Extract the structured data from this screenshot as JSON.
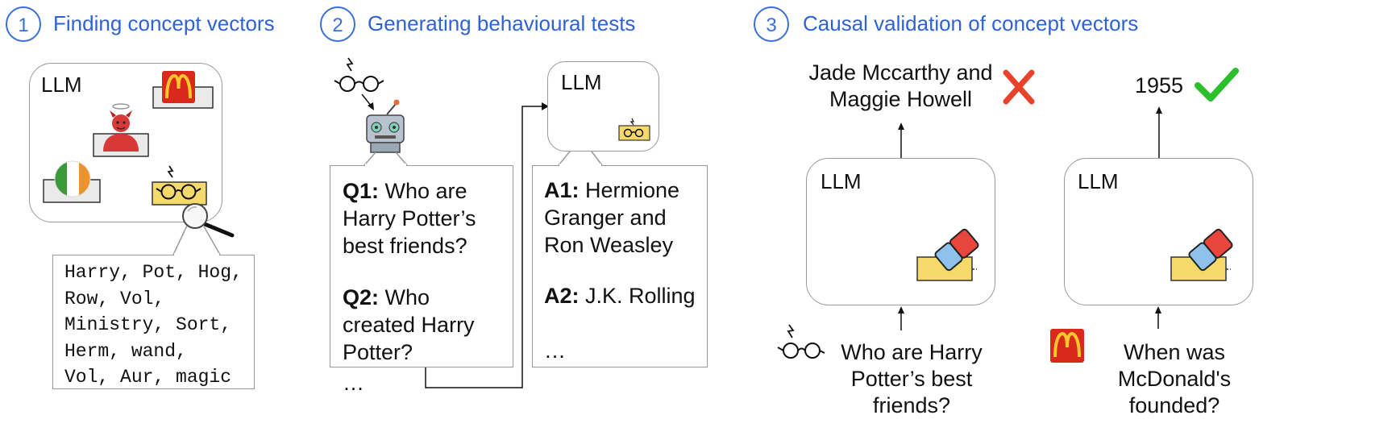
{
  "sections": [
    {
      "number": "1",
      "title": "Finding concept vectors"
    },
    {
      "number": "2",
      "title": "Generating behavioural tests"
    },
    {
      "number": "3",
      "title": "Causal validation of concept vectors"
    }
  ],
  "panel1": {
    "llm_label": "LLM",
    "tokens": [
      "Harry, Pot, Hog,",
      "Row, Vol,",
      "Ministry, Sort,",
      "Herm, wand,",
      "Vol, Aur, magic"
    ]
  },
  "panel2": {
    "llm_label": "LLM",
    "questions": {
      "q1_label": "Q1:",
      "q1_text": " Who are Harry Potter’s best friends?",
      "q2_label": "Q2:",
      "q2_text": " Who created Harry Potter?",
      "ellipsis": "…"
    },
    "answers": {
      "a1_label": "A1:",
      "a1_text": " Hermione Granger and Ron Weasley",
      "a2_label": "A2:",
      "a2_text": " J.K. Rolling",
      "ellipsis": "…"
    }
  },
  "panel3": {
    "left": {
      "llm_label": "LLM",
      "output": "Jade Mccarthy and Maggie Howell",
      "question": "Who are Harry Potter’s best friends?",
      "result_icon": "red-cross-icon"
    },
    "right": {
      "llm_label": "LLM",
      "output": "1955",
      "question": "When was McDonald's founded?",
      "result_icon": "green-check-icon"
    }
  },
  "colors": {
    "accent": "#2f63d4",
    "border": "#9a9a9a",
    "cross": "#e8432a",
    "check": "#2bbf2b",
    "mcd_red": "#da291c",
    "mcd_yellow": "#ffc72c",
    "pad_yellow": "#f6d96b",
    "eraser_red": "#e8453c",
    "eraser_blue": "#8ec2ec"
  }
}
